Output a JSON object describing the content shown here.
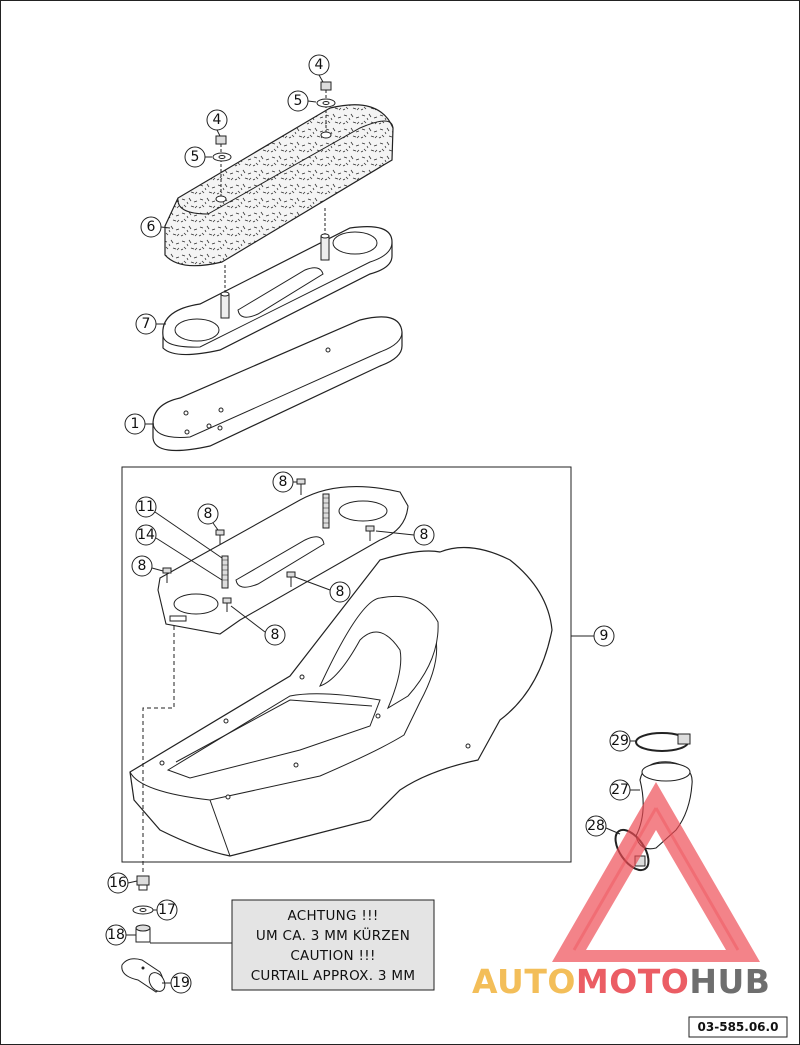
{
  "callouts": [
    {
      "id": "c4a",
      "label": "4"
    },
    {
      "id": "c5a",
      "label": "5"
    },
    {
      "id": "c4b",
      "label": "4"
    },
    {
      "id": "c5b",
      "label": "5"
    },
    {
      "id": "c6",
      "label": "6"
    },
    {
      "id": "c7",
      "label": "7"
    },
    {
      "id": "c1",
      "label": "1"
    },
    {
      "id": "c8a",
      "label": "8"
    },
    {
      "id": "c11",
      "label": "11"
    },
    {
      "id": "c8b",
      "label": "8"
    },
    {
      "id": "c14",
      "label": "14"
    },
    {
      "id": "c8c",
      "label": "8"
    },
    {
      "id": "c8d",
      "label": "8"
    },
    {
      "id": "c8e",
      "label": "8"
    },
    {
      "id": "c8f",
      "label": "8"
    },
    {
      "id": "c9",
      "label": "9"
    },
    {
      "id": "c29",
      "label": "29"
    },
    {
      "id": "c27",
      "label": "27"
    },
    {
      "id": "c28",
      "label": "28"
    },
    {
      "id": "c16",
      "label": "16"
    },
    {
      "id": "c17",
      "label": "17"
    },
    {
      "id": "c18",
      "label": "18"
    },
    {
      "id": "c19",
      "label": "19"
    }
  ],
  "note": {
    "lines": [
      "ACHTUNG !!!",
      "UM CA. 3 MM KÜRZEN",
      "CAUTION !!!",
      "CURTAIL APPROX. 3 MM"
    ]
  },
  "watermark": {
    "part1": "AUTO",
    "part2": "MOTO",
    "part3": "HUB",
    "colors": {
      "auto": "#f2b33d",
      "moto": "#e8414a",
      "hub": "#555555",
      "triangle": "#ee4a52"
    }
  },
  "doc_code": "03-585.06.0"
}
